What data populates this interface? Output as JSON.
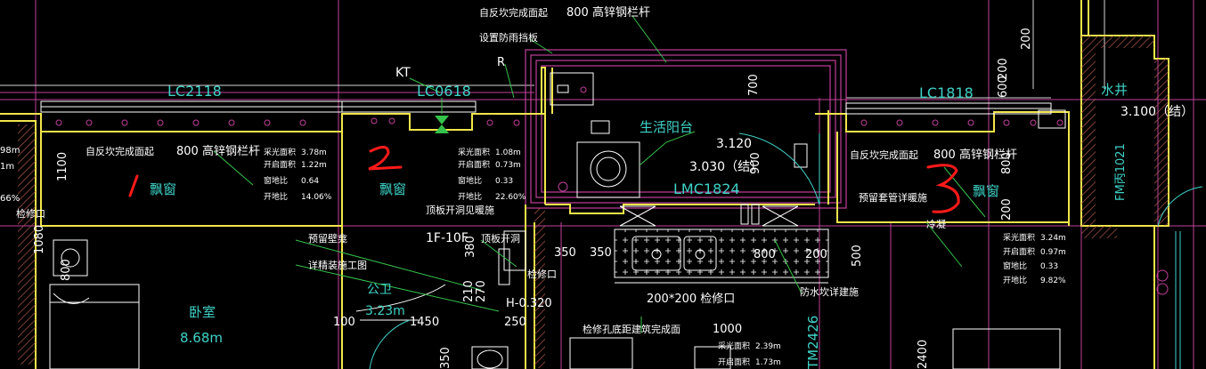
{
  "theme": {
    "background": "#000000",
    "wall": "#f2e64b",
    "line_magenta": "#c0409a",
    "line_green": "#34c24a",
    "line_white": "#ffffff",
    "hatch": "#b05a4b",
    "label_cyan": "#3ed3c8",
    "dim_gray": "#d8d8d8",
    "annotation_red": "#ff1a1a"
  },
  "windows": {
    "lc2118": "LC2118",
    "lc0618": "LC0618",
    "lc1818": "LC1818",
    "lmc1824": "LMC1824",
    "fm1021": "FM丙1021",
    "tm2426": "TM2426"
  },
  "rooms": {
    "bay1": "飘窗",
    "bay2": "飘窗",
    "bay3": "飘窗",
    "balcony": "生活阳台",
    "bedroom": "卧室",
    "bedroom_area": "8.68m",
    "toilet": "公卫",
    "toilet_area": "3.23m",
    "water_well": "水井"
  },
  "notes": {
    "top_floor": "自反坎完成面起",
    "top_rail": "800  高锌钢栏杆",
    "rain_board": "设置防雨挡板",
    "r": "R",
    "kt": "KT",
    "bay1_floor": "自反坎完成面起",
    "bay1_rail": "800  高锌钢栏杆",
    "bay3_floor": "自反坎完成面起",
    "bay3_rail": "800  高锌钢栏杆",
    "reserved_pipe": "预留套管详暖施",
    "cold_water": "冷凝",
    "open_lines": "顶板开洞见暖施",
    "floors": "1F-10F",
    "roof_hole": "顶板开洞",
    "reserved_wall": "预留壁龛",
    "detail_ref": "详精装施工图",
    "access": "检修口",
    "access_size": "200*200  检修口",
    "waterproof": "防水坎详建施",
    "repair_bottom": "检修孔底距建筑完成面",
    "repair_value": "1000",
    "level_h": "H-0.320",
    "check": "检修口"
  },
  "levels": {
    "l1": "3.120",
    "l2": "3.030（结）",
    "l3": "3.100（结）"
  },
  "stats_1": {
    "r1_label": "采光面积",
    "r1_value": "3.78m",
    "r2_label": "开启面积",
    "r2_value": "1.22m",
    "r3_label": "窗地比",
    "r3_value": "0.64",
    "r4_label": "开地比",
    "r4_value": "14.06%"
  },
  "stats_2": {
    "r1_label": "采光面积",
    "r1_value": "1.08m",
    "r2_label": "开启面积",
    "r2_value": "0.73m",
    "r3_label": "窗地比",
    "r3_value": "0.33",
    "r4_label": "开地比",
    "r4_value": "22.60%"
  },
  "stats_3": {
    "r1_label": "采光面积",
    "r1_value": "3.24m",
    "r2_label": "开启面积",
    "r2_value": "0.97m",
    "r3_label": "窗地比",
    "r3_value": "0.33",
    "r4_label": "开地比",
    "r4_value": "9.82%"
  },
  "stats_4": {
    "r1_label": "采光面积",
    "r1_value": "2.39m",
    "r2_label": "开启面积",
    "r2_value": "1.73m"
  },
  "left_edge": {
    "v1": "98m",
    "v2": "1m",
    "v3": "66%",
    "v4": "检修口"
  },
  "dimensions": {
    "d1100": "1100",
    "d1080": "1080",
    "d800_left": "800",
    "d700": "700",
    "d900": "900",
    "d200_a": "200",
    "d600": "600",
    "d800_right": "800",
    "d200_b": "200",
    "d200_top": "200",
    "d380": "380",
    "d350a": "350",
    "d350b": "350",
    "d800_mid": "800",
    "d200_mid": "200",
    "d500": "500",
    "d210": "210",
    "d270": "270",
    "d100": "100",
    "d1450": "1450",
    "d250": "250",
    "d2400": "2400",
    "d350_bot": "350"
  },
  "annotations": {
    "a1": "1",
    "a2": "2",
    "a3": "3"
  }
}
